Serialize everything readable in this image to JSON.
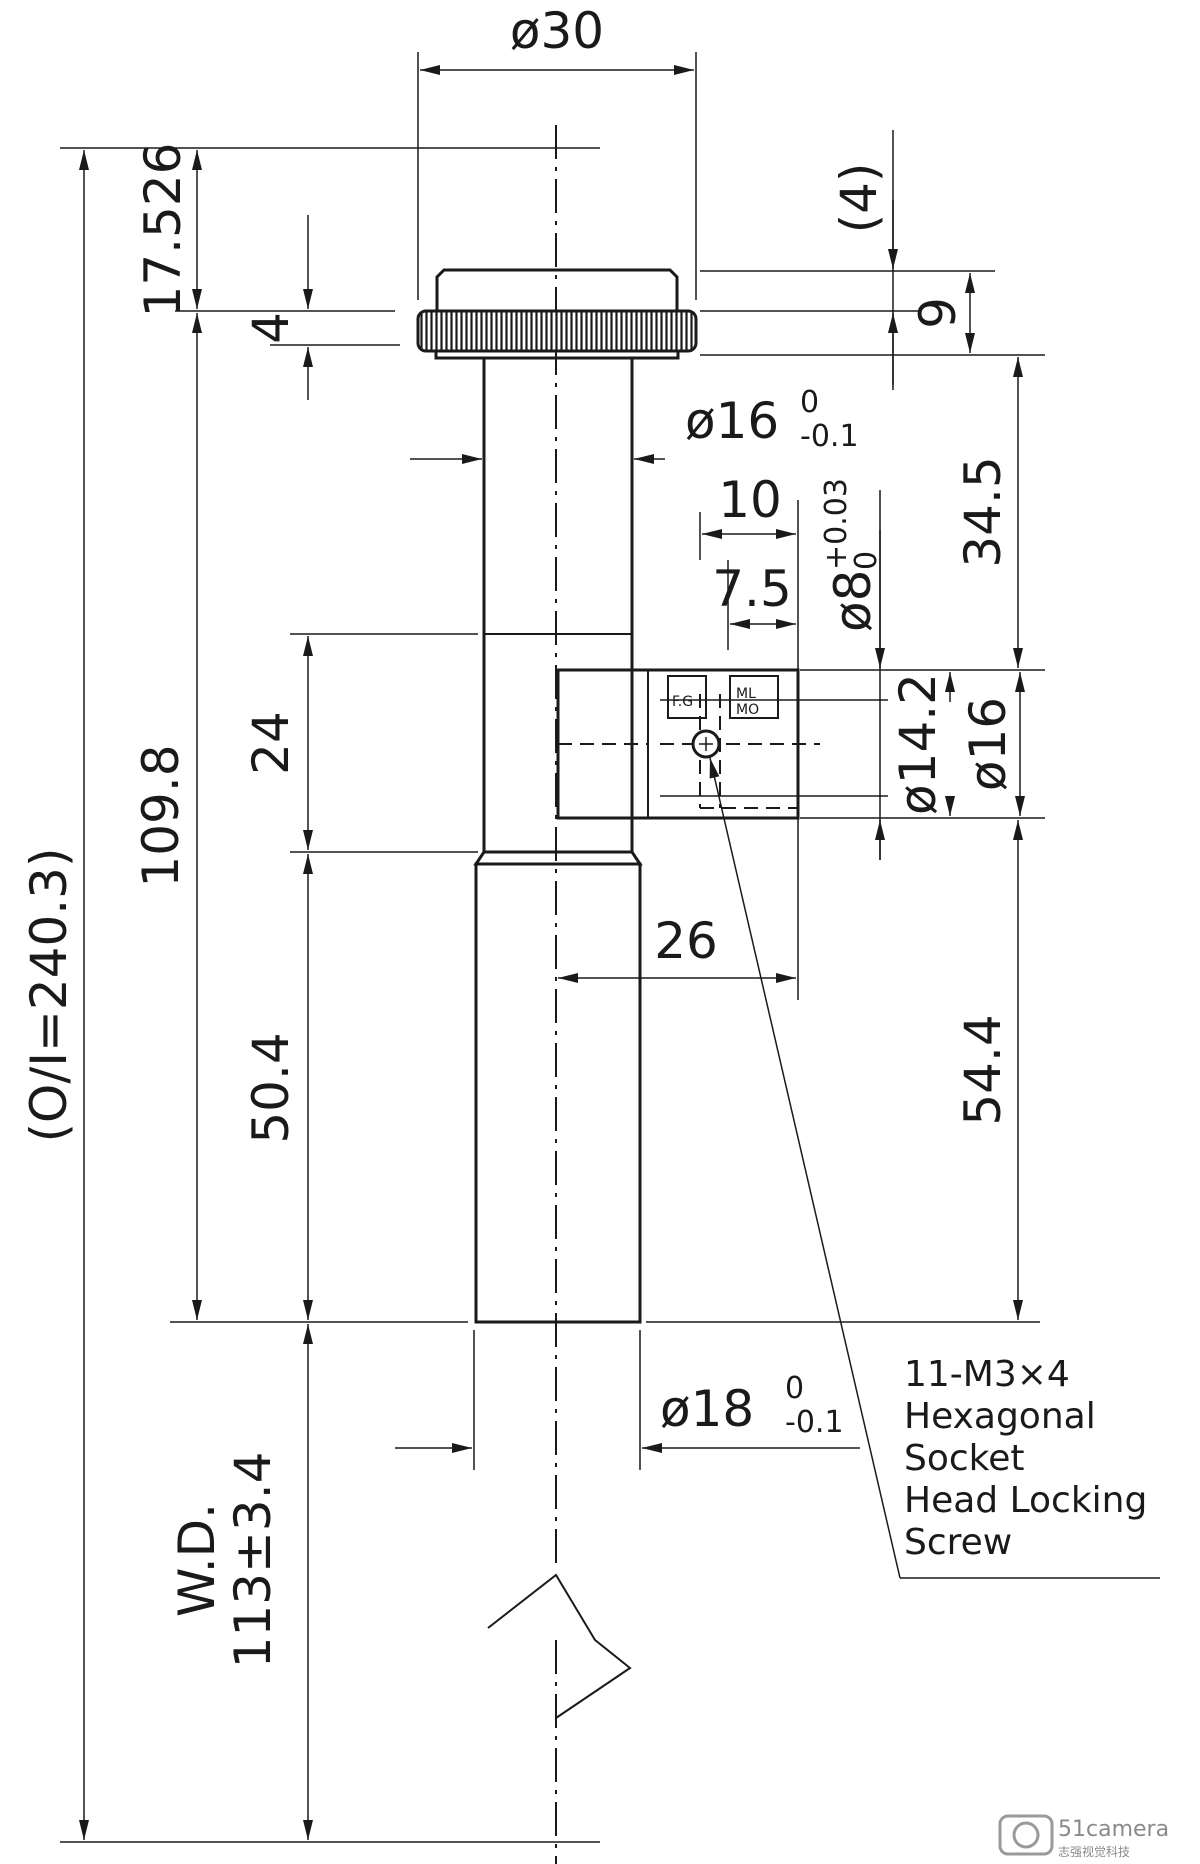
{
  "dimensions": {
    "flange_diameter": "ø30",
    "top_to_flange": "17.526",
    "flange_thickness": "4",
    "flange_parenthetical": "(4)",
    "flange_height": "9",
    "upper_tube_diameter": "ø16",
    "upper_tube_tolerance_upper": "0",
    "upper_tube_tolerance_lower": "-0.1",
    "port_width": "10",
    "port_offset": "7.5",
    "port_bore_diameter": "ø8",
    "port_bore_tolerance_upper": "+0.03",
    "port_bore_tolerance_lower": "0",
    "upper_length": "34.5",
    "port_inner_diameter": "ø14.2",
    "port_outer_diameter": "ø16",
    "port_height": "24",
    "body_length": "109.8",
    "overall_oi": "(O/I=240.3)",
    "port_reach": "26",
    "lower_tube_length": "50.4",
    "lower_body_length": "54.4",
    "lower_tube_diameter": "ø18",
    "lower_tube_tolerance_upper": "0",
    "lower_tube_tolerance_lower": "-0.1",
    "working_distance_label": "W.D.",
    "working_distance_value": "113±3.4"
  },
  "labels": {
    "port_marking_left": "F.G",
    "port_marking_right_1": "ML",
    "port_marking_right_2": "MO"
  },
  "callout": {
    "line1": "11-M3×4",
    "line2": "Hexagonal",
    "line3": "Socket",
    "line4": "Head Locking",
    "line5": "Screw"
  },
  "watermark": {
    "brand": "51camera",
    "tagline": "志强视觉科技"
  }
}
